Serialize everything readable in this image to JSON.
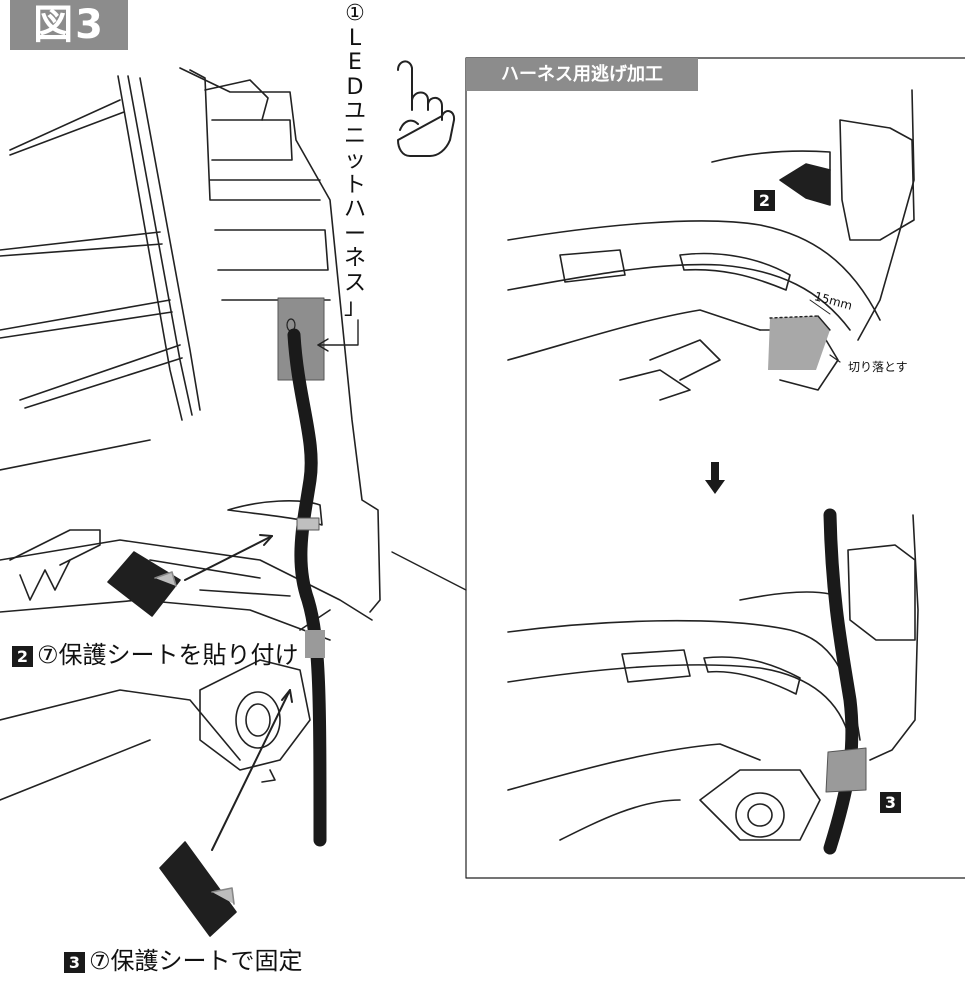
{
  "figure_label": "図3",
  "vertical_label": [
    "①",
    "L",
    "E",
    "D",
    "ユ",
    "ニ",
    "ッ",
    "ト",
    "ハ",
    "ー",
    "ネ",
    "ス",
    "」"
  ],
  "detail_title": "ハーネス用逃げ加工",
  "measure": "15mm",
  "cut_label": "切り落とす",
  "steps": [
    {
      "num": "2",
      "text": "⑦保護シートを貼り付け"
    },
    {
      "num": "3",
      "text": "⑦保護シートで固定"
    }
  ],
  "detail_badges": [
    "2",
    "3"
  ],
  "colors": {
    "badge_gray": "#8c8c8c",
    "harness_black": "#1a1a1a",
    "tape_gray": "#9a9a9a"
  },
  "icons": [
    "pointing-hand-icon",
    "down-arrow-icon"
  ]
}
